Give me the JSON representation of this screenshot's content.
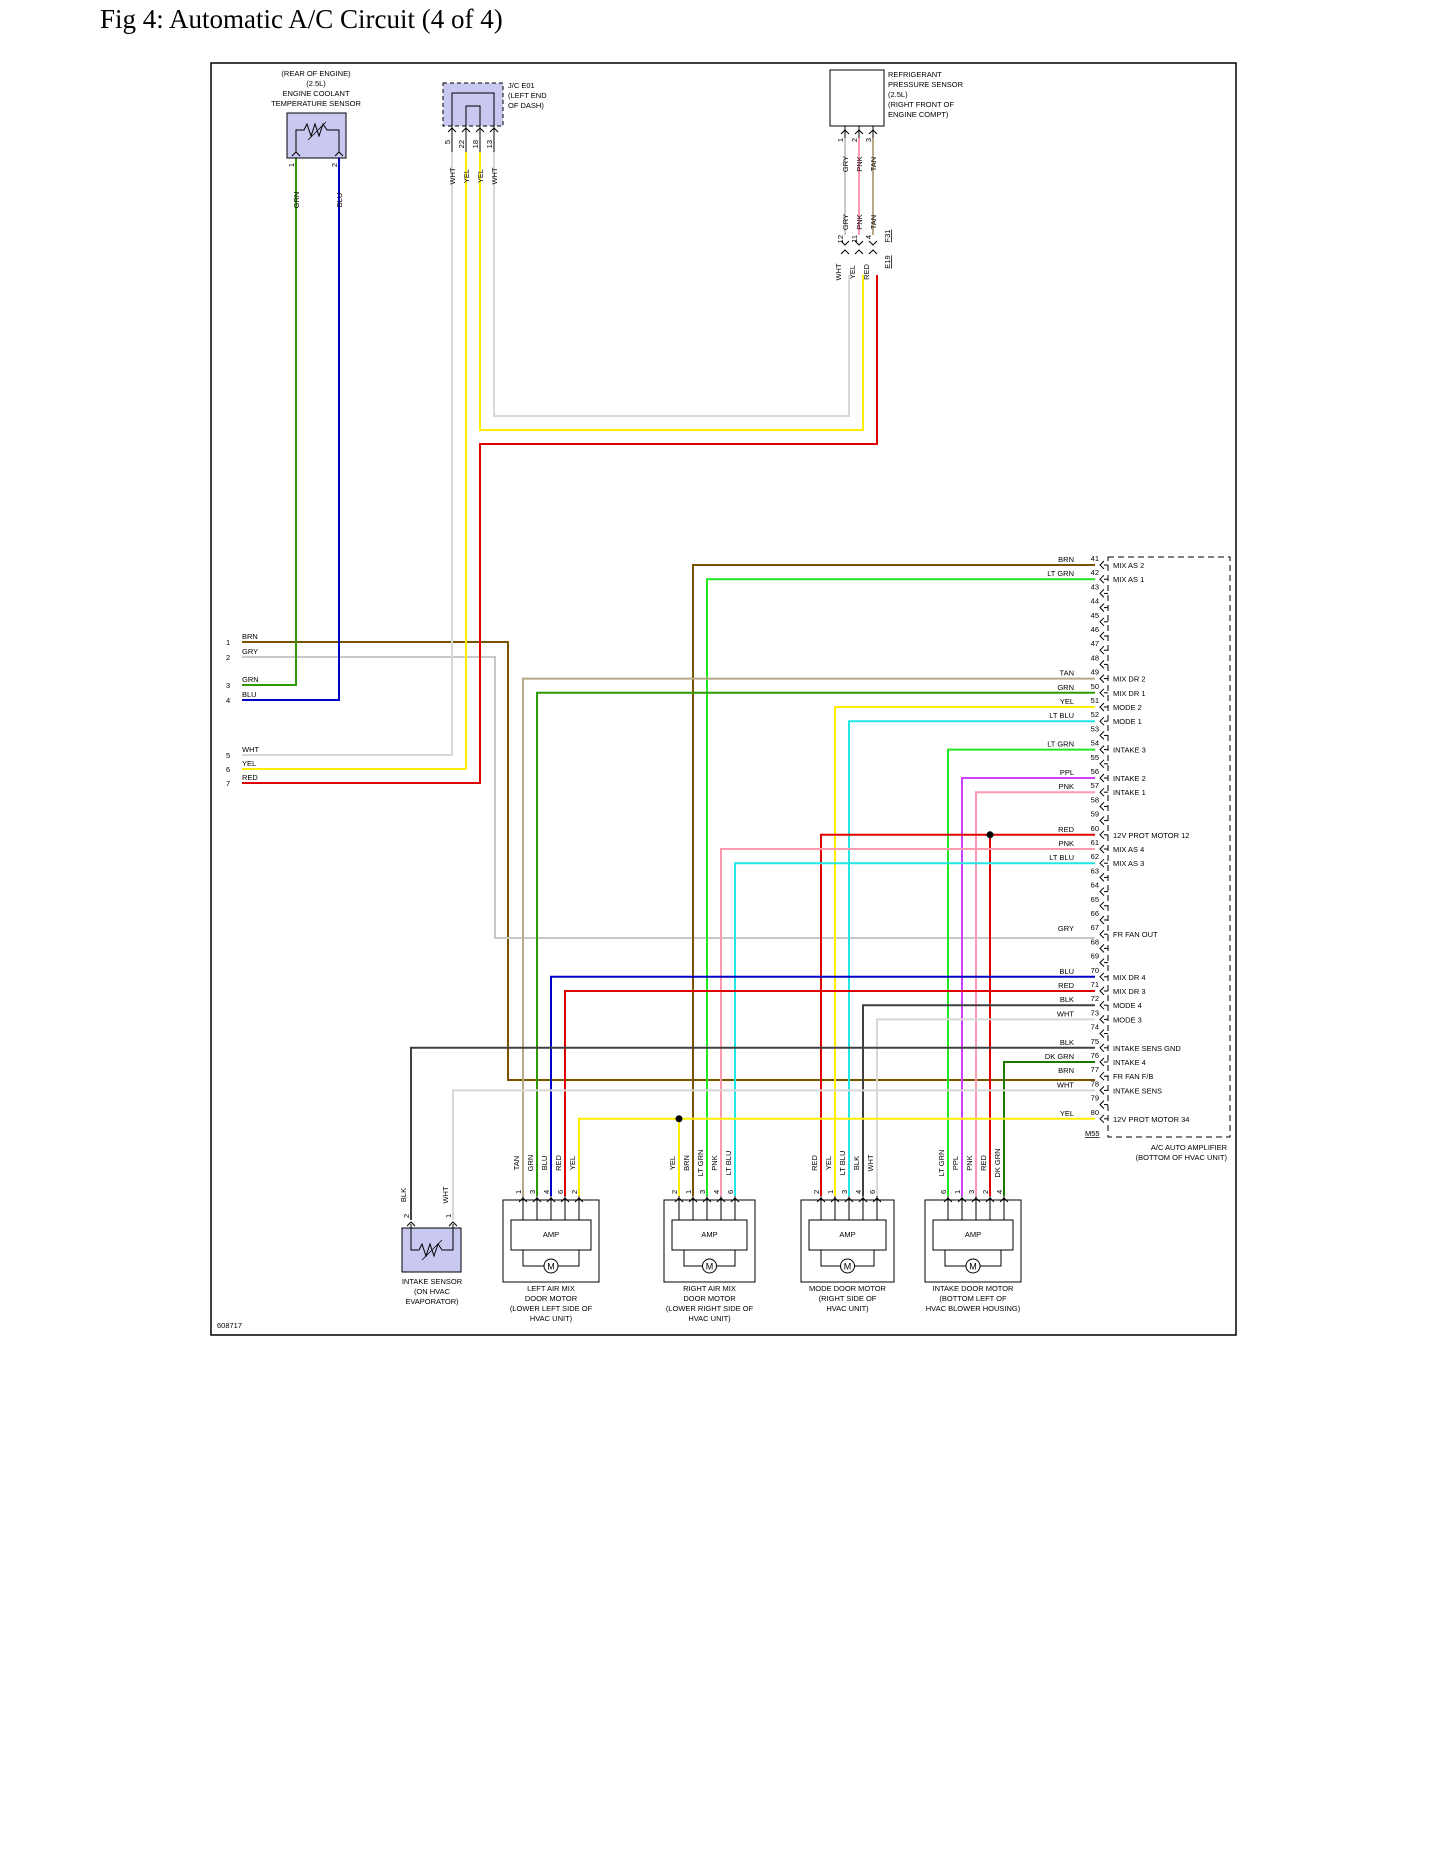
{
  "title": "Fig 4: Automatic A/C Circuit (4 of 4)",
  "figure_id": "608717",
  "colors": {
    "BRN": "#7a5200",
    "GRY": "#c8c8c8",
    "GRN": "#2e9a00",
    "BLU": "#0000c8",
    "WHT": "#d8d8d8",
    "YEL": "#ffee00",
    "RED": "#e00000",
    "TAN": "#b8a888",
    "LT GRN": "#22e622",
    "LT BLU": "#22e6e6",
    "PPL": "#d040ff",
    "PNK": "#ff9ab0",
    "BLK": "#404040",
    "DK GRN": "#1a7a00"
  },
  "components": {
    "ect_sensor": [
      "(REAR OF ENGINE)",
      "(2.5L)",
      "ENGINE COOLANT",
      "TEMPERATURE SENSOR"
    ],
    "jc": [
      "J/C E01",
      "(LEFT END",
      "OF DASH)"
    ],
    "refrig_sensor": [
      "REFRIGERANT",
      "PRESSURE SENSOR",
      "(2.5L)",
      "(RIGHT FRONT OF",
      "ENGINE COMPT)"
    ],
    "amplifier": [
      "A/C AUTO AMPLIFIER",
      "(BOTTOM OF HVAC UNIT)"
    ],
    "amp_connector": "M55",
    "intake_sensor": [
      "INTAKE SENSOR",
      "(ON HVAC",
      "EVAPORATOR)"
    ],
    "left_motor": [
      "LEFT AIR MIX",
      "DOOR MOTOR",
      "(LOWER LEFT SIDE OF",
      "HVAC UNIT)"
    ],
    "right_motor": [
      "RIGHT AIR MIX",
      "DOOR MOTOR",
      "(LOWER RIGHT SIDE OF",
      "HVAC UNIT)"
    ],
    "mode_motor": [
      "MODE DOOR MOTOR",
      "(RIGHT SIDE OF",
      "HVAC UNIT)"
    ],
    "intake_motor": [
      "INTAKE DOOR MOTOR",
      "(BOTTOM LEFT OF",
      "HVAC BLOWER HOUSING)"
    ],
    "amp_label": "AMP",
    "motor_symbol": "M"
  },
  "ect_pins": [
    {
      "pin": "1",
      "wire": "GRN"
    },
    {
      "pin": "2",
      "wire": "BLU"
    }
  ],
  "jc_pins": [
    {
      "pin": "5",
      "wire": "WHT"
    },
    {
      "pin": "22",
      "wire": "YEL"
    },
    {
      "pin": "18",
      "wire": "YEL"
    },
    {
      "pin": "13",
      "wire": "WHT"
    }
  ],
  "refrig_pins": [
    {
      "pin": "1",
      "wire": "GRY"
    },
    {
      "pin": "2",
      "wire": "PNK"
    },
    {
      "pin": "3",
      "wire": "TAN"
    }
  ],
  "refrig_splice": {
    "upper": [
      {
        "pin": "12",
        "wire": "GRY"
      },
      {
        "pin": "11",
        "wire": "PNK"
      },
      {
        "pin": "4",
        "wire": "TAN"
      }
    ],
    "lower": [
      "WHT",
      "YEL",
      "RED"
    ],
    "connectors": [
      "F31",
      "E19"
    ]
  },
  "left_connector": [
    {
      "pin": "1",
      "wire": "BRN"
    },
    {
      "pin": "2",
      "wire": "GRY"
    },
    {
      "pin": "3",
      "wire": "GRN"
    },
    {
      "pin": "4",
      "wire": "BLU"
    },
    {
      "pin": "5",
      "wire": "WHT"
    },
    {
      "pin": "6",
      "wire": "YEL"
    },
    {
      "pin": "7",
      "wire": "RED"
    }
  ],
  "amp_pins": [
    {
      "pin": "41",
      "wire": "BRN",
      "func": "MIX AS 2"
    },
    {
      "pin": "42",
      "wire": "LT GRN",
      "func": "MIX AS 1"
    },
    {
      "pin": "43",
      "wire": "",
      "func": ""
    },
    {
      "pin": "44",
      "wire": "",
      "func": ""
    },
    {
      "pin": "45",
      "wire": "",
      "func": ""
    },
    {
      "pin": "46",
      "wire": "",
      "func": ""
    },
    {
      "pin": "47",
      "wire": "",
      "func": ""
    },
    {
      "pin": "48",
      "wire": "",
      "func": ""
    },
    {
      "pin": "49",
      "wire": "TAN",
      "func": "MIX DR 2"
    },
    {
      "pin": "50",
      "wire": "GRN",
      "func": "MIX DR 1"
    },
    {
      "pin": "51",
      "wire": "YEL",
      "func": "MODE 2"
    },
    {
      "pin": "52",
      "wire": "LT BLU",
      "func": "MODE 1"
    },
    {
      "pin": "53",
      "wire": "",
      "func": ""
    },
    {
      "pin": "54",
      "wire": "LT GRN",
      "func": "INTAKE 3"
    },
    {
      "pin": "55",
      "wire": "",
      "func": ""
    },
    {
      "pin": "56",
      "wire": "PPL",
      "func": "INTAKE 2"
    },
    {
      "pin": "57",
      "wire": "PNK",
      "func": "INTAKE 1"
    },
    {
      "pin": "58",
      "wire": "",
      "func": ""
    },
    {
      "pin": "59",
      "wire": "",
      "func": ""
    },
    {
      "pin": "60",
      "wire": "RED",
      "func": "12V PROT MOTOR 12"
    },
    {
      "pin": "61",
      "wire": "PNK",
      "func": "MIX AS 4"
    },
    {
      "pin": "62",
      "wire": "LT BLU",
      "func": "MIX AS 3"
    },
    {
      "pin": "63",
      "wire": "",
      "func": ""
    },
    {
      "pin": "64",
      "wire": "",
      "func": ""
    },
    {
      "pin": "65",
      "wire": "",
      "func": ""
    },
    {
      "pin": "66",
      "wire": "",
      "func": ""
    },
    {
      "pin": "67",
      "wire": "GRY",
      "func": "FR FAN OUT"
    },
    {
      "pin": "68",
      "wire": "",
      "func": ""
    },
    {
      "pin": "69",
      "wire": "",
      "func": ""
    },
    {
      "pin": "70",
      "wire": "BLU",
      "func": "MIX DR 4"
    },
    {
      "pin": "71",
      "wire": "RED",
      "func": "MIX DR 3"
    },
    {
      "pin": "72",
      "wire": "BLK",
      "func": "MODE 4"
    },
    {
      "pin": "73",
      "wire": "WHT",
      "func": "MODE 3"
    },
    {
      "pin": "74",
      "wire": "",
      "func": ""
    },
    {
      "pin": "75",
      "wire": "BLK",
      "func": "INTAKE SENS GND"
    },
    {
      "pin": "76",
      "wire": "DK GRN",
      "func": "INTAKE 4"
    },
    {
      "pin": "77",
      "wire": "BRN",
      "func": "FR FAN F/B"
    },
    {
      "pin": "78",
      "wire": "WHT",
      "func": "INTAKE SENS"
    },
    {
      "pin": "79",
      "wire": "",
      "func": ""
    },
    {
      "pin": "80",
      "wire": "YEL",
      "func": "12V PROT MOTOR 34"
    }
  ],
  "intake_sensor_pins": [
    {
      "pin": "2",
      "wire": "BLK"
    },
    {
      "pin": "1",
      "wire": "WHT"
    }
  ],
  "left_motor_pins": [
    {
      "pin": "1",
      "wire": "TAN"
    },
    {
      "pin": "3",
      "wire": "GRN"
    },
    {
      "pin": "4",
      "wire": "BLU"
    },
    {
      "pin": "6",
      "wire": "RED"
    },
    {
      "pin": "2",
      "wire": "YEL"
    }
  ],
  "right_motor_pins": [
    {
      "pin": "2",
      "wire": "YEL"
    },
    {
      "pin": "1",
      "wire": "BRN"
    },
    {
      "pin": "3",
      "wire": "LT GRN"
    },
    {
      "pin": "4",
      "wire": "PNK"
    },
    {
      "pin": "6",
      "wire": "LT BLU"
    }
  ],
  "mode_motor_pins": [
    {
      "pin": "2",
      "wire": "RED"
    },
    {
      "pin": "1",
      "wire": "YEL"
    },
    {
      "pin": "3",
      "wire": "LT BLU"
    },
    {
      "pin": "4",
      "wire": "BLK"
    },
    {
      "pin": "6",
      "wire": "WHT"
    }
  ],
  "intake_motor_pins": [
    {
      "pin": "6",
      "wire": "LT GRN"
    },
    {
      "pin": "1",
      "wire": "PPL"
    },
    {
      "pin": "3",
      "wire": "PNK"
    },
    {
      "pin": "2",
      "wire": "RED"
    },
    {
      "pin": "4",
      "wire": "DK GRN"
    }
  ]
}
